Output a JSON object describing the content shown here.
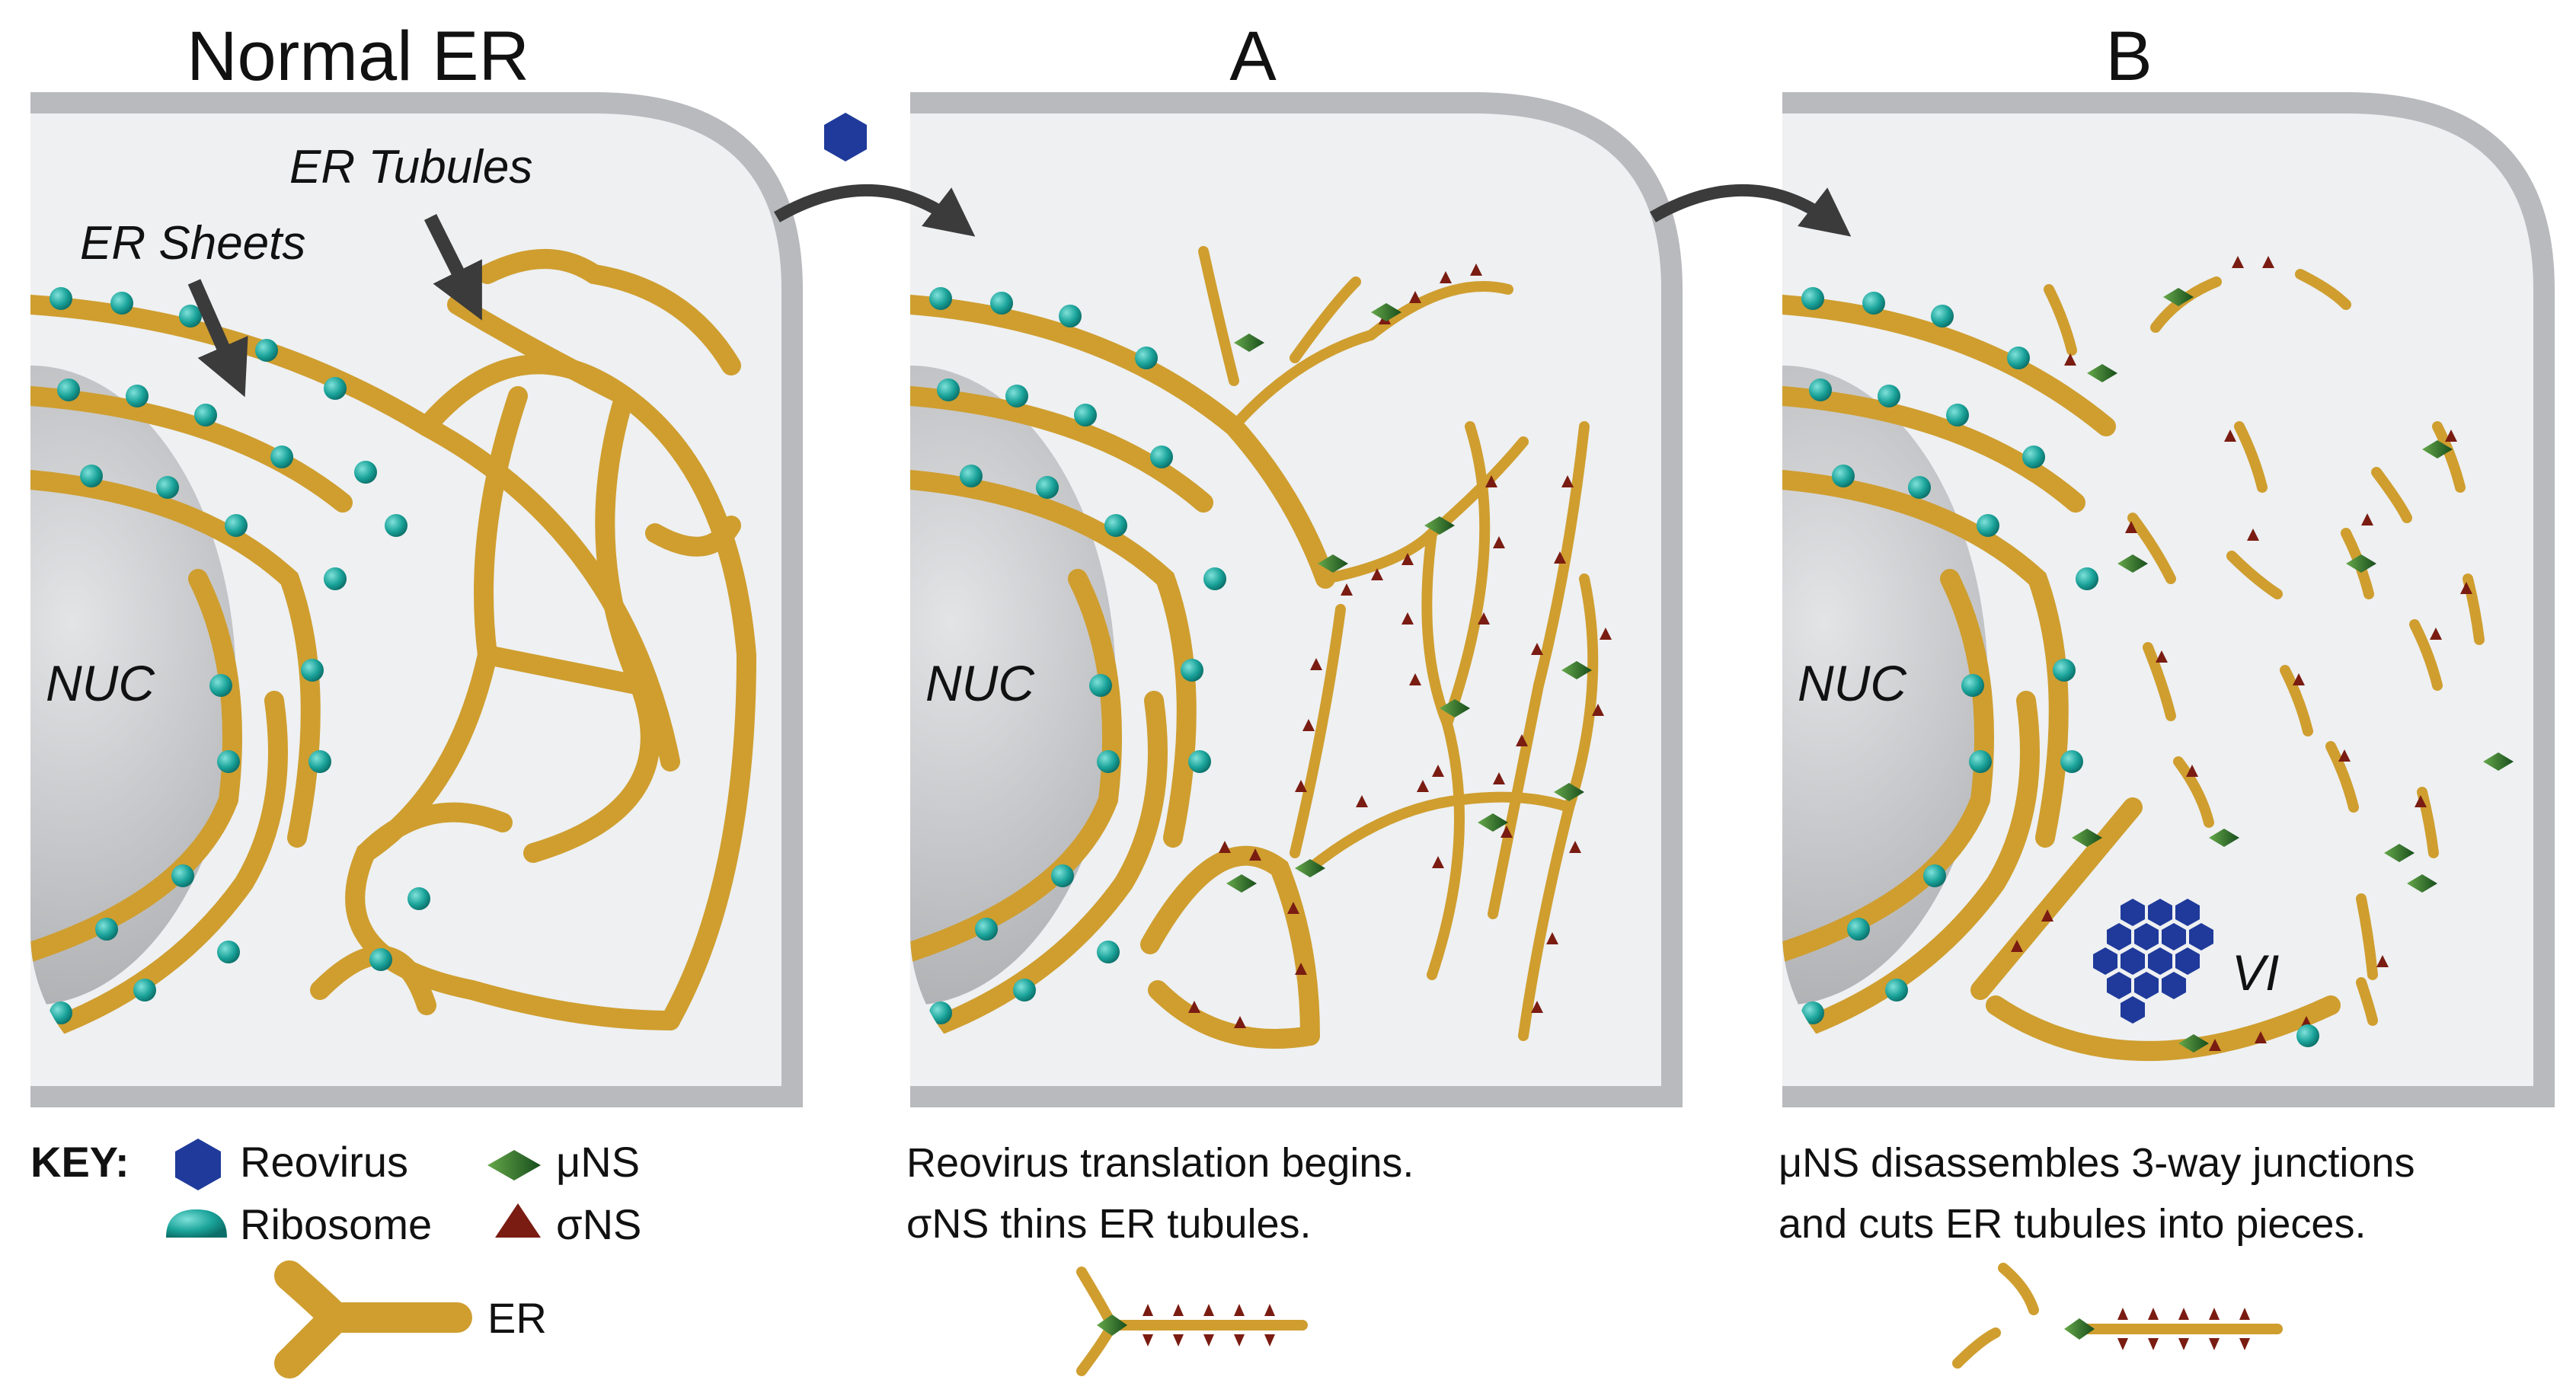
{
  "panels": [
    {
      "id": "normal",
      "title": "Normal ER",
      "nucleus_label": "NUC",
      "callouts": [
        {
          "id": "tubules",
          "text": "ER Tubules"
        },
        {
          "id": "sheets",
          "text": "ER Sheets"
        }
      ],
      "caption_lines": []
    },
    {
      "id": "a",
      "title": "A",
      "nucleus_label": "NUC",
      "callouts": [],
      "caption_lines": [
        "Reovirus translation begins.",
        "σNS thins ER tubules."
      ]
    },
    {
      "id": "b",
      "title": "B",
      "nucleus_label": "NUC",
      "callouts": [],
      "inclusion_label": "VI",
      "caption_lines": [
        "μNS disassembles 3-way junctions",
        "and cuts ER tubules into pieces."
      ]
    }
  ],
  "key": {
    "title": "KEY:",
    "items": [
      {
        "id": "reovirus",
        "label": "Reovirus",
        "icon": "blue-hexagon",
        "color": "#1f3a9a"
      },
      {
        "id": "mu-ns",
        "label": "μNS",
        "icon": "green-diamond",
        "color": "#2e7d32"
      },
      {
        "id": "ribosome",
        "label": "Ribosome",
        "icon": "teal-dome",
        "color": "#1aa39a"
      },
      {
        "id": "sigma-ns",
        "label": "σNS",
        "icon": "dark-red-triangle",
        "color": "#7a1c12"
      },
      {
        "id": "er",
        "label": "ER",
        "icon": "gold-y-tube",
        "color": "#cf9e2f"
      }
    ]
  },
  "colors": {
    "er": "#cf9e2f",
    "cell_fill": "#eef0f2",
    "cell_border": "#b9babd",
    "nucleus": "#c9cacc",
    "arrow": "#3b3b3b"
  }
}
